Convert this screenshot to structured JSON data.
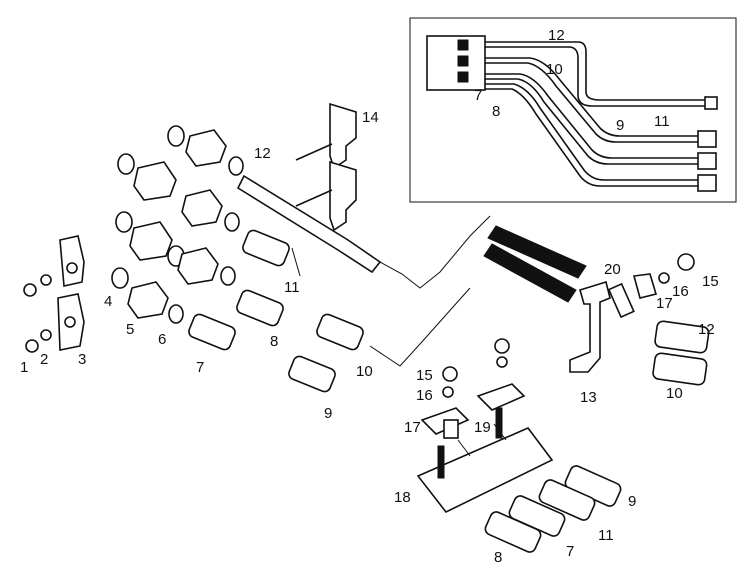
{
  "diagram": {
    "labels": {
      "l1": "1",
      "l2": "2",
      "l3": "3",
      "l4": "4",
      "l5": "5",
      "l6": "6",
      "l7": "7",
      "l8": "8",
      "l9": "9",
      "l10": "10",
      "l11": "11",
      "l12": "12",
      "l14": "14",
      "r20": "20",
      "r15": "15",
      "r16": "16",
      "r17": "17",
      "r12": "12",
      "r10": "10",
      "r13": "13",
      "b15": "15",
      "b16": "16",
      "b17": "17",
      "b19": "19",
      "b18": "18",
      "b9": "9",
      "b11": "11",
      "b7": "7",
      "b8": "8",
      "i12": "12",
      "i10": "10",
      "i7": "7",
      "i8": "8",
      "i9": "9",
      "i11": "11"
    }
  }
}
